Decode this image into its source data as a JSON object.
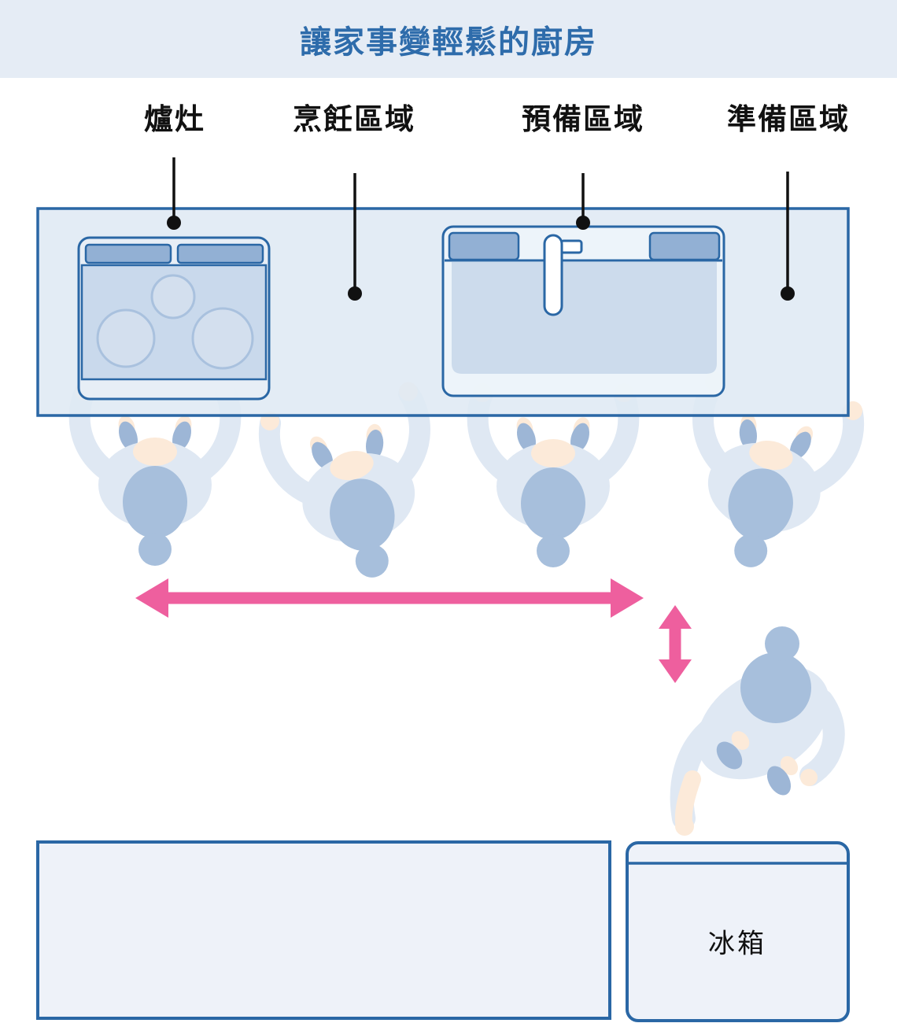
{
  "header": {
    "title": "讓家事變輕鬆的廚房"
  },
  "zones": {
    "items": [
      {
        "label": "爐灶"
      },
      {
        "label": "烹飪區域"
      },
      {
        "label": "預備區域"
      },
      {
        "label": "準備區域"
      }
    ]
  },
  "appliances": {
    "fridge_label": "冰箱"
  },
  "icons": [
    "stove-icon",
    "sink-icon",
    "faucet-icon",
    "person-top-view-icon",
    "walking-person-icon",
    "horizontal-double-arrow-icon",
    "vertical-double-arrow-icon",
    "refrigerator-icon",
    "pointer-dot-icon"
  ],
  "colors": {
    "header_bg": "#e5ecf5",
    "title_blue": "#2e6cab",
    "outline_blue": "#2a67a5",
    "counter_fill": "#dfe9f4",
    "appliance_accent": "#92b0d4",
    "burner_area": "#c9d9ec",
    "basin_fill": "#ccdbec",
    "person_body": "#dfe8f3",
    "person_head": "#a7bfdc",
    "person_skin": "#fcead9",
    "person_shoes": "#9db6d6",
    "arrow_pink": "#ee5f9e",
    "island_fill": "#eef2f9",
    "label_black": "#111111"
  }
}
